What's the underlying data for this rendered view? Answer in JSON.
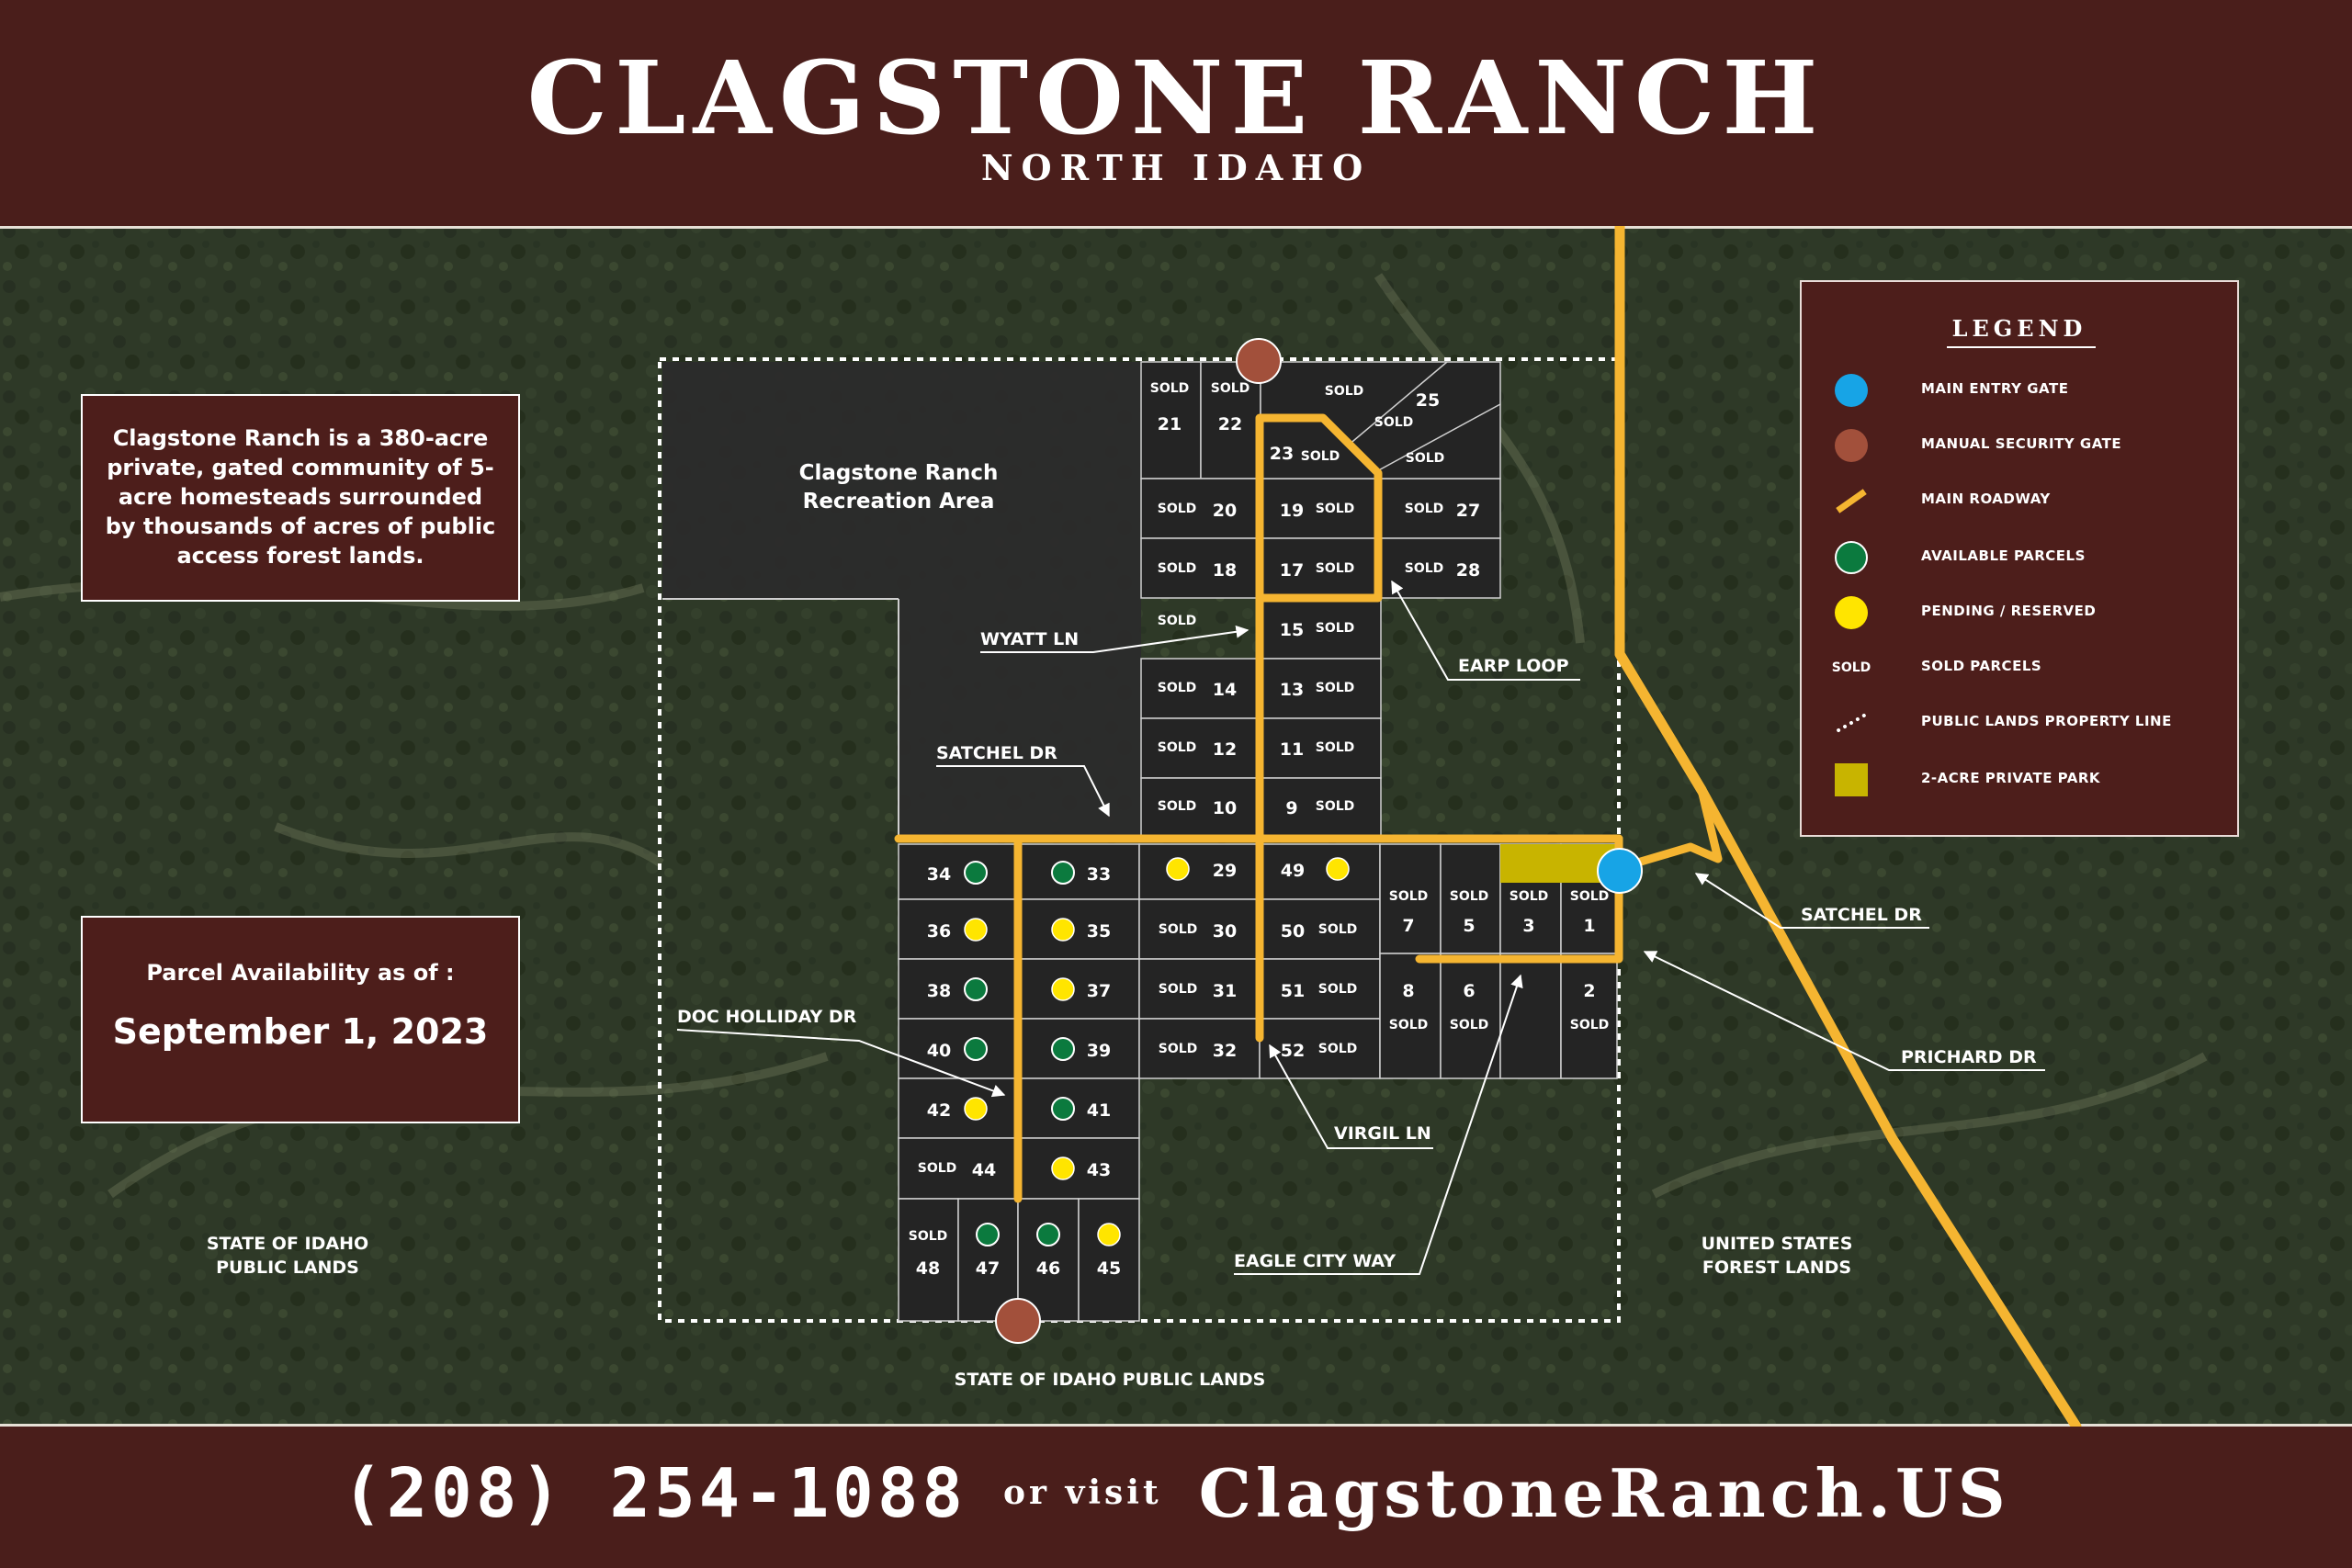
{
  "header": {
    "title": "CLAGSTONE RANCH",
    "subtitle": "NORTH IDAHO"
  },
  "footer": {
    "phone": "(208) 254-1088",
    "or_visit": "or visit",
    "website": "ClagstoneRanch.US"
  },
  "intro_text": "Clagstone Ranch is a 380-acre private, gated community of 5-acre homesteads surrounded by thousands of acres of public access forest lands.",
  "availability": {
    "label": "Parcel Availability as of :",
    "date": "September 1, 2023"
  },
  "legend": {
    "title": "LEGEND",
    "items": [
      {
        "label": "MAIN ENTRY GATE",
        "icon": "blue-circle"
      },
      {
        "label": "MANUAL SECURITY GATE",
        "icon": "brown-circle"
      },
      {
        "label": "MAIN ROADWAY",
        "icon": "orange-line"
      },
      {
        "label": "AVAILABLE PARCELS",
        "icon": "green-circle"
      },
      {
        "label": "PENDING / RESERVED",
        "icon": "yellow-circle"
      },
      {
        "label": "SOLD PARCELS",
        "icon": "sold-text",
        "symbol": "SOLD"
      },
      {
        "label": "PUBLIC LANDS PROPERTY LINE",
        "icon": "dotted-line"
      },
      {
        "label": "2-ACRE PRIVATE PARK",
        "icon": "olive-square"
      }
    ]
  },
  "colors": {
    "header_bg": "#4a1e1b",
    "road": "#f5b531",
    "available": "#0b7a3e",
    "pending": "#ffe500",
    "main_gate": "#17a4e6",
    "security_gate": "#a2503b",
    "park": "#c8b400",
    "parcel_fill": "#242424"
  },
  "recreation_area": "Clagstone Ranch Recreation Area",
  "land_labels": {
    "state_west": "STATE OF IDAHO PUBLIC LANDS",
    "state_south": "STATE OF IDAHO PUBLIC LANDS",
    "forest_east": "UNITED STATES FOREST LANDS"
  },
  "road_labels": [
    "WYATT LN",
    "SATCHEL DR",
    "EARP LOOP",
    "DOC HOLLIDAY DR",
    "VIRGIL LN",
    "EAGLE CITY WAY",
    "SATCHEL DR",
    "PRICHARD DR"
  ],
  "sold_label": "SOLD",
  "parcels": [
    {
      "id": "1",
      "status": "sold"
    },
    {
      "id": "2",
      "status": "sold"
    },
    {
      "id": "3",
      "status": "sold"
    },
    {
      "id": "5",
      "status": "sold"
    },
    {
      "id": "6",
      "status": "sold"
    },
    {
      "id": "7",
      "status": "sold"
    },
    {
      "id": "8",
      "status": "sold"
    },
    {
      "id": "9",
      "status": "sold"
    },
    {
      "id": "10",
      "status": "sold"
    },
    {
      "id": "11",
      "status": "sold"
    },
    {
      "id": "12",
      "status": "sold"
    },
    {
      "id": "13",
      "status": "sold"
    },
    {
      "id": "14",
      "status": "sold"
    },
    {
      "id": "15",
      "status": "sold"
    },
    {
      "id": "17",
      "status": "sold"
    },
    {
      "id": "18",
      "status": "sold"
    },
    {
      "id": "19",
      "status": "sold"
    },
    {
      "id": "20",
      "status": "sold"
    },
    {
      "id": "21",
      "status": "sold"
    },
    {
      "id": "22",
      "status": "sold"
    },
    {
      "id": "23",
      "status": "sold"
    },
    {
      "id": "25",
      "status": "sold"
    },
    {
      "id": "27",
      "status": "sold"
    },
    {
      "id": "28",
      "status": "sold"
    },
    {
      "id": "29",
      "status": "pending"
    },
    {
      "id": "30",
      "status": "sold"
    },
    {
      "id": "31",
      "status": "sold"
    },
    {
      "id": "32",
      "status": "sold"
    },
    {
      "id": "33",
      "status": "available"
    },
    {
      "id": "34",
      "status": "available"
    },
    {
      "id": "35",
      "status": "pending"
    },
    {
      "id": "36",
      "status": "pending"
    },
    {
      "id": "37",
      "status": "pending"
    },
    {
      "id": "38",
      "status": "available"
    },
    {
      "id": "39",
      "status": "available"
    },
    {
      "id": "40",
      "status": "available"
    },
    {
      "id": "41",
      "status": "available"
    },
    {
      "id": "42",
      "status": "pending"
    },
    {
      "id": "43",
      "status": "pending"
    },
    {
      "id": "44",
      "status": "sold"
    },
    {
      "id": "45",
      "status": "pending"
    },
    {
      "id": "46",
      "status": "available"
    },
    {
      "id": "47",
      "status": "available"
    },
    {
      "id": "48",
      "status": "sold"
    },
    {
      "id": "49",
      "status": "pending"
    },
    {
      "id": "50",
      "status": "sold"
    },
    {
      "id": "51",
      "status": "sold"
    },
    {
      "id": "52",
      "status": "sold"
    }
  ]
}
